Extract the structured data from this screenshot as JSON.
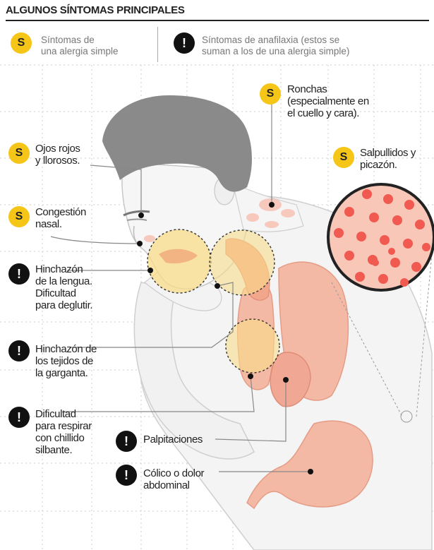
{
  "title": "ALGUNOS SÍNTOMAS PRINCIPALES",
  "legend": {
    "simple": {
      "badge": "S",
      "line1": "Síntomas de",
      "line2": "una alergia simple"
    },
    "anaphylaxis": {
      "badge": "!",
      "line1": "Síntomas de anafilaxia (estos se",
      "line2": "suman a los de una alergia simple)"
    }
  },
  "symptoms": [
    {
      "badge": "S",
      "line1": "Ronchas",
      "line2": "(especialmente en",
      "line3": "el cuello y cara)."
    },
    {
      "badge": "S",
      "line1": "Ojos rojos",
      "line2": "y llorosos."
    },
    {
      "badge": "S",
      "line1": "Salpullidos y",
      "line2": "picazón."
    },
    {
      "badge": "S",
      "line1": "Congestión",
      "line2": "nasal."
    },
    {
      "badge": "!",
      "line1": "Hinchazón",
      "line2": "de la lengua.",
      "line3": "Dificultad",
      "line4": "para deglutir."
    },
    {
      "badge": "!",
      "line1": "Hinchazón de",
      "line2": "los tejidos de",
      "line3": "la garganta."
    },
    {
      "badge": "!",
      "line1": "Dificultad",
      "line2": "para respirar",
      "line3": "con chillido",
      "line4": "silbante."
    },
    {
      "badge": "!",
      "line1": "Palpitaciones"
    },
    {
      "badge": "!",
      "line1": "Cólico o dolor",
      "line2": "abdominal"
    }
  ],
  "colors": {
    "simple_badge": "#f5c518",
    "anaphylaxis_badge": "#111111",
    "hair": "#8a8a8a",
    "organ": "#f4b9a4",
    "swelling": "#f8dc8a",
    "rash": "#f05a50"
  }
}
